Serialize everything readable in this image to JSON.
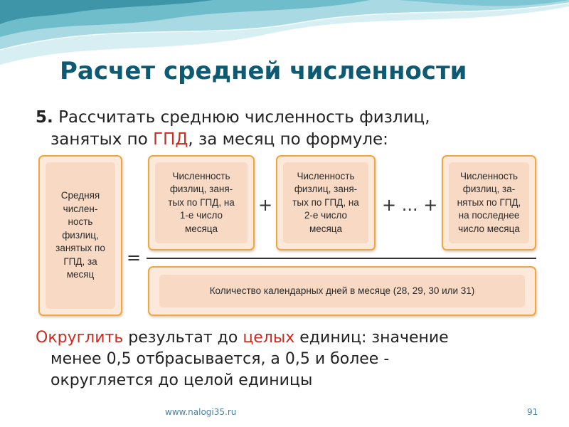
{
  "slide": {
    "title": "Расчет средней численности",
    "step_number": "5.",
    "step_line1": "Рассчитать среднюю численность физлиц,",
    "step_line2_before": "занятых по ",
    "step_line2_highlight": "ГПД",
    "step_line2_after": ", за месяц по формуле:"
  },
  "formula": {
    "result_label": "Средняя\nчислен-\nность\nфизлиц,\nзанятых по\nГПД, за\nмесяц",
    "equals": "=",
    "term1": "Численность\nфизлиц, заня-\nтых по ГПД, на\n1-е число\nмесяца",
    "plus1": "+",
    "term2": "Численность\nфизлиц, заня-\nтых по ГПД, на\n2-е число\nмесяца",
    "plus_dots": "+ ... +",
    "term_last": "Численность\nфизлиц, за-\nнятых по ГПД,\nна последнее\nчисло месяца",
    "denominator": "Количество календарных дней в месяце (28, 29, 30 или 31)"
  },
  "note": {
    "word1": "Округлить",
    "text1": " результат до ",
    "word2": "целых",
    "text2": " единиц: значение",
    "line2": "менее 0,5 отбрасывается, а 0,5 и более -",
    "line3": "округляется до целой единицы"
  },
  "footer": {
    "url": "www.nalogi35.ru",
    "page": "91"
  },
  "colors": {
    "title": "#0e5a73",
    "highlight": "#d02a1e",
    "box_border": "#f2a63c",
    "box_fill": "#fce9db",
    "box_inner": "#f7d9c4",
    "wave_light": "#bfe3ea",
    "wave_dark": "#4fa7b8"
  }
}
